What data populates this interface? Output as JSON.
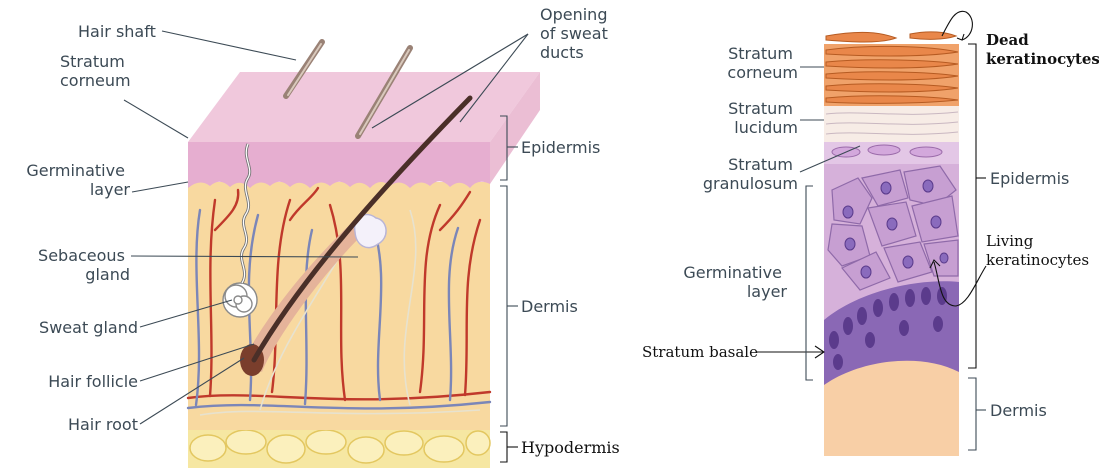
{
  "left_panel": {
    "labels": {
      "hair_shaft": "Hair shaft",
      "opening_sweat_ducts": [
        "Opening",
        "of sweat",
        "ducts"
      ],
      "stratum_corneum": [
        "Stratum",
        "corneum"
      ],
      "germinative_layer": [
        "Germinative",
        "layer"
      ],
      "sebaceous_gland": [
        "Sebaceous",
        "gland"
      ],
      "sweat_gland": "Sweat gland",
      "hair_follicle": "Hair follicle",
      "hair_root": "Hair root",
      "epidermis": "Epidermis",
      "dermis": "Dermis",
      "hypodermis": "Hypodermis"
    }
  },
  "right_panel": {
    "labels": {
      "stratum_corneum": [
        "Stratum",
        "corneum"
      ],
      "stratum_lucidum": [
        "Stratum",
        "lucidum"
      ],
      "stratum_granulosum": [
        "Stratum",
        "granulosum"
      ],
      "germinative_layer": [
        "Germinative",
        "layer"
      ],
      "stratum_basale": "Stratum basale",
      "dead_keratinocytes": [
        "Dead",
        "keratinocytes"
      ],
      "epidermis": "Epidermis",
      "living_keratinocytes": [
        "Living",
        "keratinocytes"
      ],
      "dermis": "Dermis"
    }
  },
  "colors": {
    "epidermis_top": "#f0c8dc",
    "epidermis_layer": "#e6aed0",
    "dermis": "#f8d9a0",
    "hypodermis": "#f6e7a2",
    "artery": "#c0392b",
    "vein": "#7b86b8",
    "hair": "#4a2f28",
    "corneum": "#e9874a",
    "granulosum": "#cfa6d6",
    "basale": "#7a5aa6",
    "right_dermis": "#f8cfa6"
  }
}
